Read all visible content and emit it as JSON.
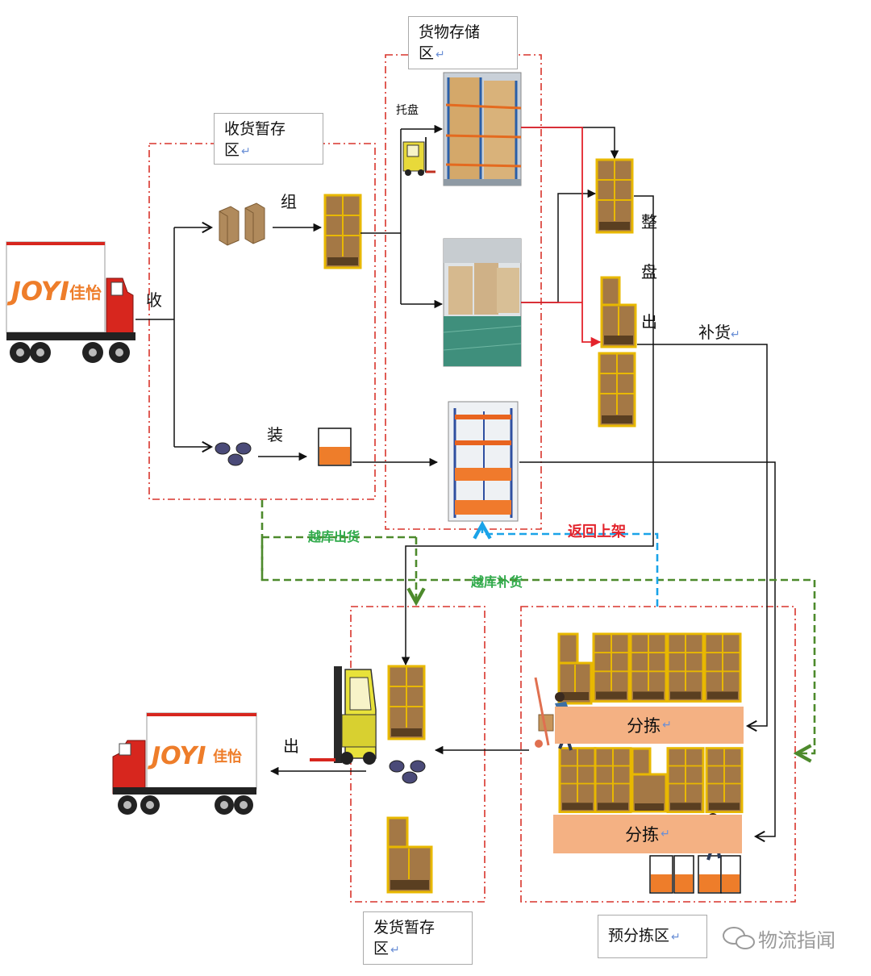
{
  "zones": {
    "receiving": {
      "title_line1": "收货暂存",
      "title_line2": "区"
    },
    "storage": {
      "title_line1": "货物存储",
      "title_line2": "区"
    },
    "shipping": {
      "title_line1": "发货暂存",
      "title_line2": "区"
    },
    "presort": {
      "title": "预分拣区"
    }
  },
  "flow_labels": {
    "receive": "收",
    "assemble": "组",
    "pack": "装",
    "pallet": "托盘",
    "full_pallet_out": [
      "整",
      "盘",
      "出"
    ],
    "replenish": "补货",
    "ship_out": "出",
    "sort": "分拣"
  },
  "annotations": {
    "cross_dock_1": "越库出货",
    "return_shelf": "返回上架",
    "cross_dock_2": "越库补货"
  },
  "truck": {
    "logo_latin": "JOYI",
    "logo_cn": "佳怡"
  },
  "watermark": "物流指闻",
  "colors": {
    "zone_border": "#d9342b",
    "carton": "#a47845",
    "carton_border": "#e8b800",
    "orange": "#ee7d2a",
    "sort_band": "#f4b183",
    "red_arrow": "#e3232c",
    "blue_dash": "#1aa3e8",
    "green_dash": "#4d8a2c",
    "truck_red": "#d7261e"
  }
}
